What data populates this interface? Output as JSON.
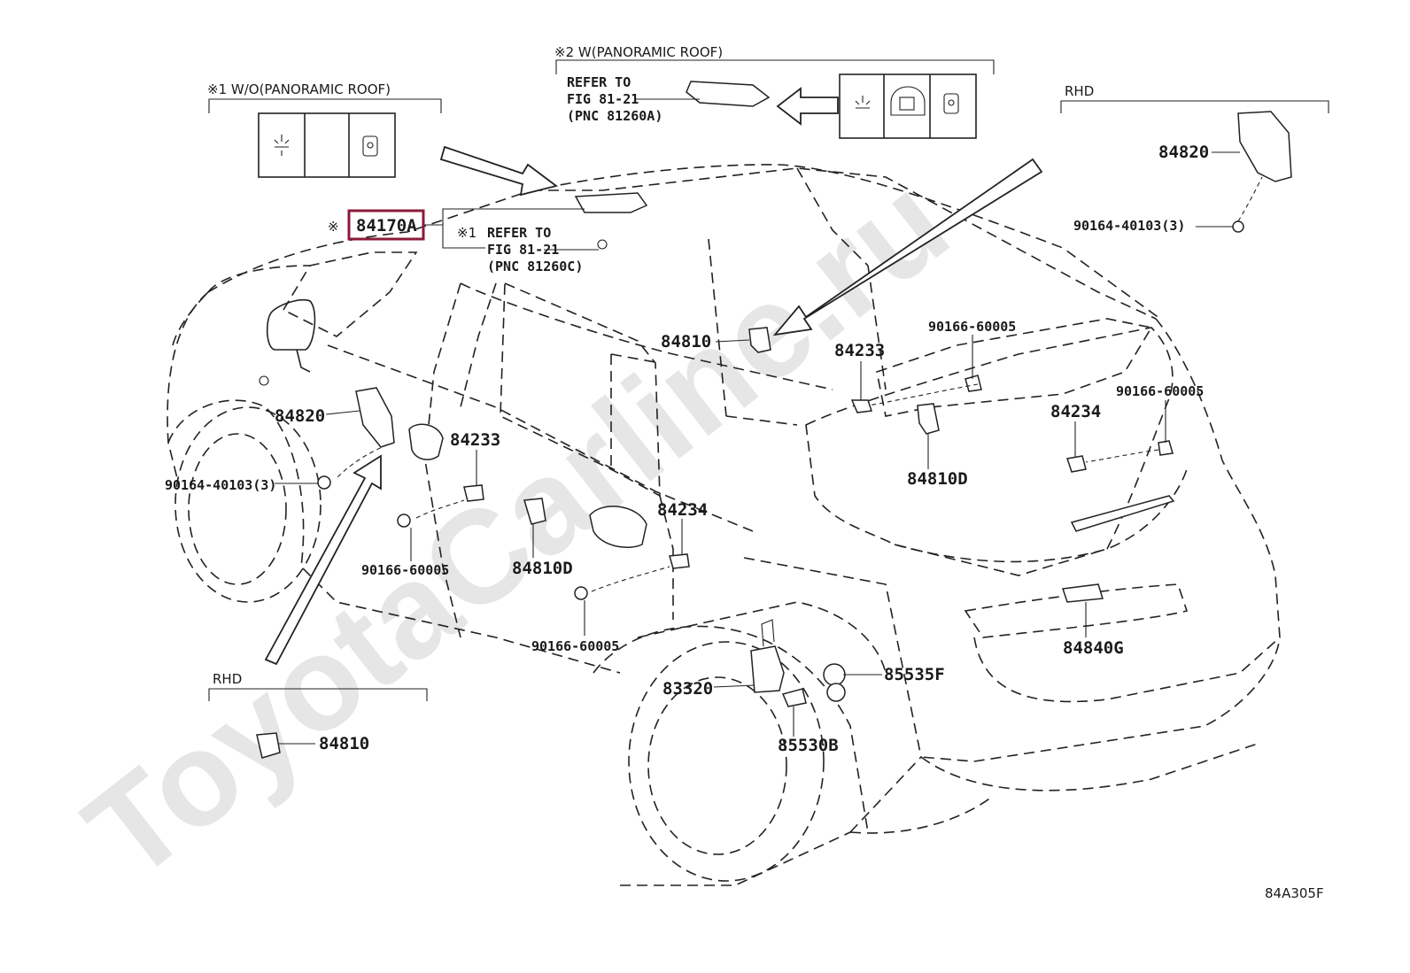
{
  "watermark": "ToyotaCarline.ru",
  "figure_code": "84A305F",
  "highlight_color": "#8b1a3a",
  "groups": {
    "wo_roof": "※1 W/O(PANORAMIC ROOF)",
    "w_roof": "※2 W(PANORAMIC ROOF)",
    "rhd_top": "RHD",
    "rhd_bottom": "RHD"
  },
  "refs": {
    "ref_a": [
      "REFER TO",
      "FIG 81-21",
      "(PNC 81260A)"
    ],
    "ref_c_mark": "※1",
    "ref_c": [
      "REFER TO",
      "FIG 81-21",
      "(PNC 81260C)"
    ]
  },
  "highlighted": {
    "mark": "※",
    "part": "84170A"
  },
  "parts": {
    "p84820_rhd": "84820",
    "p90164_rhd": "90164-40103(3)",
    "p84810_roof": "84810",
    "p90166_a": "90166-60005",
    "p84233_r": "84233",
    "p90166_b": "90166-60005",
    "p84234_r": "84234",
    "p84810d_r": "84810D",
    "p84820_l": "84820",
    "p90164_l": "90164-40103(3)",
    "p84233_l": "84233",
    "p84810d_l": "84810D",
    "p84234_l": "84234",
    "p90166_c": "90166-60005",
    "p90166_d": "90166-60005",
    "p83320": "83320",
    "p85535f": "85535F",
    "p85530b": "85530B",
    "p84840g": "84840G",
    "p84810_rhd": "84810"
  }
}
